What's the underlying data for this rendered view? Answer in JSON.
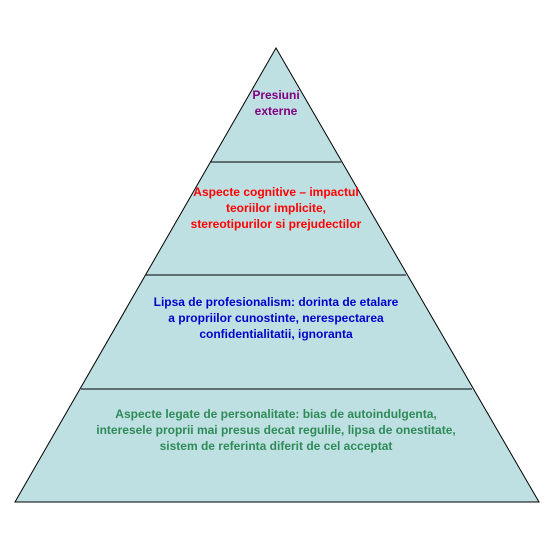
{
  "pyramid": {
    "fill_color": "#bfe0e3",
    "stroke_color": "#000000",
    "levels": [
      {
        "text": "Presiuni externe",
        "color": "#800080"
      },
      {
        "text": "Aspecte cognitive – impactul teoriilor implicite, stereotipurilor si prejudectilor",
        "color": "#ff0000"
      },
      {
        "text": "Lipsa de profesionalism: dorinta de etalare a propriilor cunostinte, nerespectarea confidentialitatii, ignoranta",
        "color": "#0000cc"
      },
      {
        "text": "Aspecte legate de personalitate: bias de autoindulgenta, interesele proprii mai presus decat regulile, lipsa de onestitate, sistem de referinta diferit de cel acceptat",
        "color": "#2e8b57"
      }
    ]
  }
}
